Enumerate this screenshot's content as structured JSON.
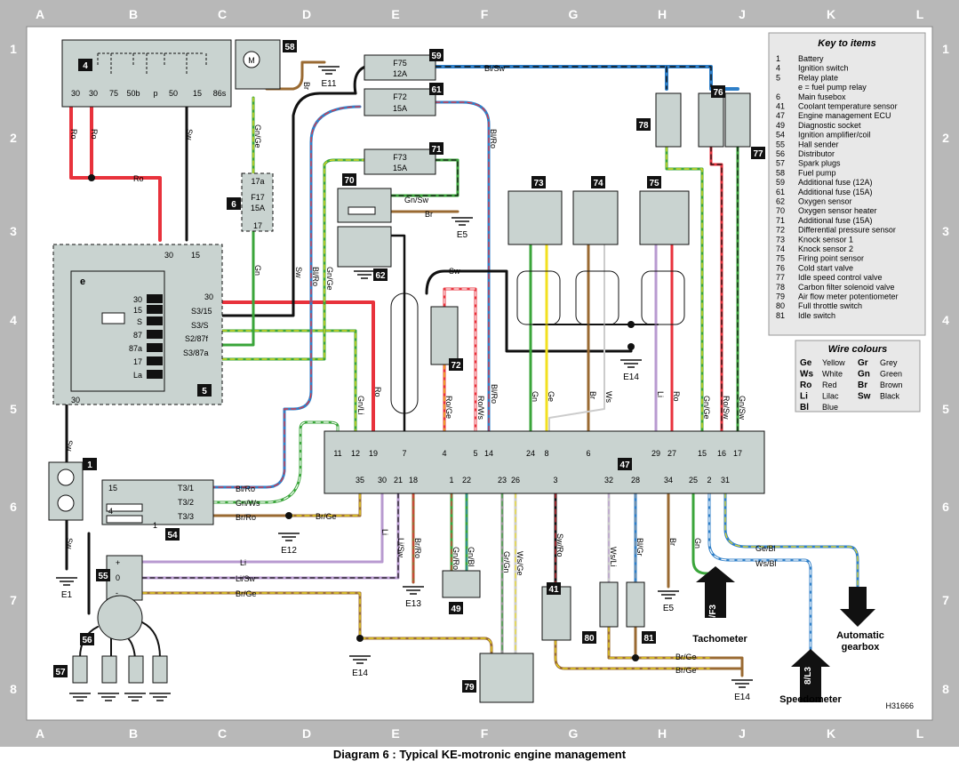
{
  "caption": "Diagram 6 : Typical KE-motronic engine management",
  "ref_code": "H31666",
  "grid": {
    "columns": [
      "A",
      "B",
      "C",
      "D",
      "E",
      "F",
      "G",
      "H",
      "J",
      "K",
      "L"
    ],
    "rows": [
      "1",
      "2",
      "3",
      "4",
      "5",
      "6",
      "7",
      "8"
    ]
  },
  "key_items": {
    "title": "Key to items",
    "items": [
      [
        "1",
        "Battery"
      ],
      [
        "4",
        "Ignition switch"
      ],
      [
        "5",
        "Relay plate"
      ],
      [
        "",
        "e  = fuel pump relay"
      ],
      [
        "6",
        "Main fusebox"
      ],
      [
        "41",
        "Coolant temperature sensor"
      ],
      [
        "47",
        "Engine management ECU"
      ],
      [
        "49",
        "Diagnostic socket"
      ],
      [
        "54",
        "Ignition amplifier/coil"
      ],
      [
        "55",
        "Hall sender"
      ],
      [
        "56",
        "Distributor"
      ],
      [
        "57",
        "Spark plugs"
      ],
      [
        "58",
        "Fuel pump"
      ],
      [
        "59",
        "Additional fuse (12A)"
      ],
      [
        "61",
        "Additional fuse (15A)"
      ],
      [
        "62",
        "Oxygen sensor"
      ],
      [
        "70",
        "Oxygen sensor heater"
      ],
      [
        "71",
        "Additional fuse (15A)"
      ],
      [
        "72",
        "Differential pressure sensor"
      ],
      [
        "73",
        "Knock sensor 1"
      ],
      [
        "74",
        "Knock sensor 2"
      ],
      [
        "75",
        "Firing point sensor"
      ],
      [
        "76",
        "Cold start valve"
      ],
      [
        "77",
        "Idle speed control valve"
      ],
      [
        "78",
        "Carbon filter solenoid valve"
      ],
      [
        "79",
        "Air flow meter potentiometer"
      ],
      [
        "80",
        "Full throttle switch"
      ],
      [
        "81",
        "Idle switch"
      ]
    ]
  },
  "wire_colours": {
    "title": "Wire colours",
    "items": [
      [
        "Ge",
        "Yellow"
      ],
      [
        "Gr",
        "Grey"
      ],
      [
        "Ws",
        "White"
      ],
      [
        "Gn",
        "Green"
      ],
      [
        "Ro",
        "Red"
      ],
      [
        "Br",
        "Brown"
      ],
      [
        "Li",
        "Lilac"
      ],
      [
        "Sw",
        "Black"
      ],
      [
        "Bl",
        "Blue"
      ],
      [
        "",
        ""
      ]
    ]
  },
  "components": {
    "c1": "1",
    "c4": "4",
    "c5": "5",
    "c6": "6",
    "c41": "41",
    "c47": "47",
    "c49": "49",
    "c54": "54",
    "c55": "55",
    "c56": "56",
    "c57": "57",
    "c58": "58",
    "c59": "59",
    "c61": "61",
    "c62": "62",
    "c70": "70",
    "c71": "71",
    "c72": "72",
    "c73": "73",
    "c74": "74",
    "c75": "75",
    "c76": "76",
    "c77": "77",
    "c78": "78",
    "c79": "79",
    "c80": "80",
    "c81": "81"
  },
  "ignition_switch_terminals": [
    "30",
    "30",
    "75",
    "50b",
    "p",
    "50",
    "15",
    "86s"
  ],
  "fuses": {
    "f75": "F75",
    "f75a": "12A",
    "f72": "F72",
    "f72a": "15A",
    "f73": "F73",
    "f73a": "15A",
    "f17": "F17",
    "f17a": "15A",
    "f17t": "17a",
    "f17b": "17"
  },
  "relay_plate": {
    "t30": "30",
    "t15": "15",
    "s315": "S3/15",
    "s3s": "S3/S",
    "s287": "S2/87f",
    "s387a": "S3/87a",
    "r30": "30",
    "r15": "15",
    "rS": "S",
    "r87": "87",
    "r87a": "87a",
    "r17": "17",
    "rLa": "La",
    "t30b": "30",
    "e": "e"
  },
  "coil_terminals": {
    "t31": "T3/1",
    "t32": "T3/2",
    "t33": "T3/3",
    "p15": "15",
    "p4": "4",
    "p1": "1"
  },
  "hall_terminals": {
    "plus": "+",
    "zero": "0",
    "minus": "-"
  },
  "ecu_top_pins": [
    "11",
    "12",
    "19",
    "7",
    "4",
    "5",
    "14",
    "24",
    "8",
    "6",
    "29",
    "27",
    "15",
    "16",
    "17"
  ],
  "ecu_bottom_pins": [
    "35",
    "30",
    "21",
    "18",
    "1",
    "22",
    "23",
    "26",
    "3",
    "32",
    "28",
    "34",
    "25",
    "2",
    "31"
  ],
  "wires": {
    "ro1": "Ro",
    "ro2": "Ro",
    "ro3": "Ro",
    "sw1": "Sw",
    "sw2": "Sw",
    "sw3": "Sw",
    "sw4": "Sw",
    "sw5": "Sw",
    "gnge": "Gn/Ge",
    "gn": "Gn",
    "br1": "Br",
    "blsw": "Bl/Sw",
    "blro1": "Bl/Ro",
    "blro2": "Bl/Ro",
    "gnge2": "Gn/Ge",
    "gnsw": "Gn/Sw",
    "br2": "Br",
    "gnli": "Gn/Li",
    "ro4": "Ro",
    "roge": "Ro/Ge",
    "rows": "Ro/Ws",
    "blro3": "Bl/Ro",
    "gn2": "Gn",
    "ge": "Ge",
    "br3": "Br",
    "ws": "Ws",
    "li": "Li",
    "ro5": "Ro",
    "gnge3": "Gn/Ge",
    "rosw": "Ro/Sw",
    "gnsw2": "Gn/Sw",
    "blro4": "Bl/Ro",
    "gnws": "Gn/Ws",
    "brro": "Br/Ro",
    "brge1": "Br/Ge",
    "li2": "Li",
    "lisw": "Li/Sw",
    "brro2": "Br/Ro",
    "gnro": "Gn/Ro",
    "gnbl": "Gn/Bl",
    "grgn": "Gr/Gn",
    "wsge": "Ws/Ge",
    "swro": "Sw/Ro",
    "wsli": "Ws/Li",
    "blgr": "Bl/Gr",
    "br4": "Br",
    "gn3": "Gn",
    "li3": "Li",
    "lisw2": "Li/Sw",
    "brge2": "Br/Ge",
    "gebl": "Ge/Bl",
    "wsbl": "Ws/Bl",
    "brge3": "Br/Ge",
    "brge4": "Br/Ge",
    "sw6": "Sw",
    "ro6": "Ro"
  },
  "earths": {
    "e1": "E1",
    "e5a": "E5",
    "e5b": "E5",
    "e11": "E11",
    "e12": "E12",
    "e13": "E13",
    "e14a": "E14",
    "e14b": "E14",
    "e14c": "E14"
  },
  "outputs": {
    "tacho": "Tachometer",
    "tacho_ref": "8/F3",
    "speedo": "Speedometer",
    "speedo_ref": "8/L3",
    "gearbox1": "Automatic",
    "gearbox2": "gearbox"
  },
  "colors": {
    "frame": "#b8b8b8",
    "frame_text": "#ffffff",
    "component_fill": "#c9d3d0",
    "red": "#e8323c",
    "blue": "#2f7fc8",
    "green": "#3aa53a",
    "yellow": "#f2e020",
    "brown": "#9a6a32",
    "lilac": "#b89ad0",
    "black": "#111111",
    "grey": "#9a9a9a"
  }
}
